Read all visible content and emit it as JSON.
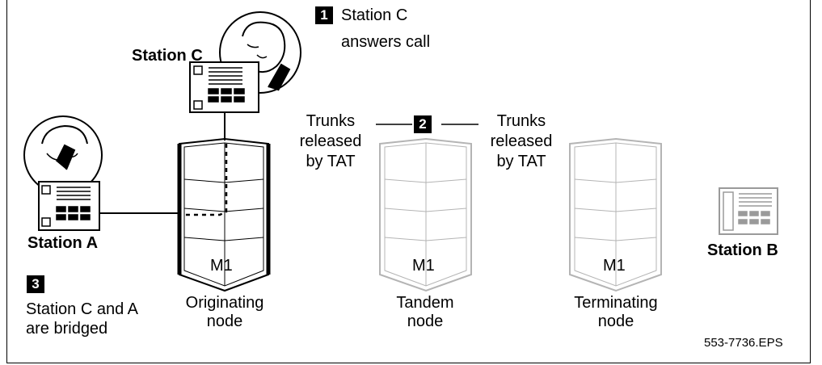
{
  "step1": {
    "number": "1",
    "line1": "Station C",
    "line2": "answers call"
  },
  "step2": {
    "number": "2"
  },
  "step3": {
    "number": "3",
    "line1": "Station C and A",
    "line2": "are bridged"
  },
  "trunks_left": {
    "line1": "Trunks",
    "line2": "released",
    "line3": "by TAT"
  },
  "trunks_right": {
    "line1": "Trunks",
    "line2": "released",
    "line3": "by TAT"
  },
  "stations": {
    "a": "Station A",
    "b": "Station B",
    "c": "Station C"
  },
  "nodes": {
    "originating": {
      "model": "M1",
      "line1": "Originating",
      "line2": "node"
    },
    "tandem": {
      "model": "M1",
      "line1": "Tandem",
      "line2": "node"
    },
    "terminating": {
      "model": "M1",
      "line1": "Terminating",
      "line2": "node"
    }
  },
  "figure_id": "553-7736.EPS",
  "colors": {
    "active": "#000000",
    "inactive": "#b4b4b4",
    "badge_bg": "#000000",
    "badge_text": "#ffffff"
  }
}
